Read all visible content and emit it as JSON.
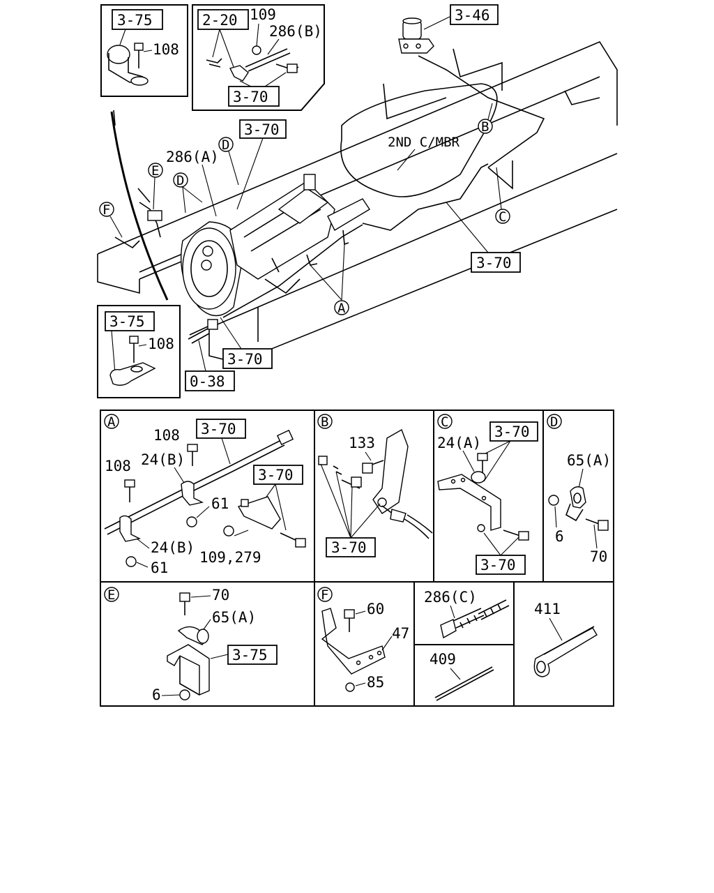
{
  "refs": {
    "r375a": "3-75",
    "r220": "2-20",
    "r370a": "3-70",
    "r346": "3-46",
    "r370b": "3-70",
    "r370c": "3-70",
    "r375b": "3-75",
    "r370d": "3-70",
    "r038": "0-38",
    "pA_370a": "3-70",
    "pA_370b": "3-70",
    "pB_370": "3-70",
    "pC_370a": "3-70",
    "pC_370b": "3-70",
    "pE_375": "3-75"
  },
  "main": {
    "n108a": "108",
    "n109": "109",
    "n286b": "286(B)",
    "n286a": "286(A)",
    "n108b": "108",
    "chamber": "2ND C/MBR"
  },
  "letters": {
    "A": "A",
    "B": "B",
    "C": "C",
    "D": "D",
    "E": "E",
    "F": "F"
  },
  "panelA": {
    "n108a": "108",
    "n24b_top": "24(B)",
    "n108b": "108",
    "n61a": "61",
    "n24b_bot": "24(B)",
    "n61b": "61",
    "n109_279": "109,279"
  },
  "panelB": {
    "n133": "133"
  },
  "panelC": {
    "n24a": "24(A)"
  },
  "panelD": {
    "n65a": "65(A)",
    "n6": "6",
    "n70": "70"
  },
  "panelE": {
    "n70": "70",
    "n65a": "65(A)",
    "n6": "6"
  },
  "panelF": {
    "n60": "60",
    "n47": "47",
    "n85": "85"
  },
  "panelG": {
    "n286c": "286(C)",
    "n409": "409"
  },
  "panelH": {
    "n411": "411"
  }
}
